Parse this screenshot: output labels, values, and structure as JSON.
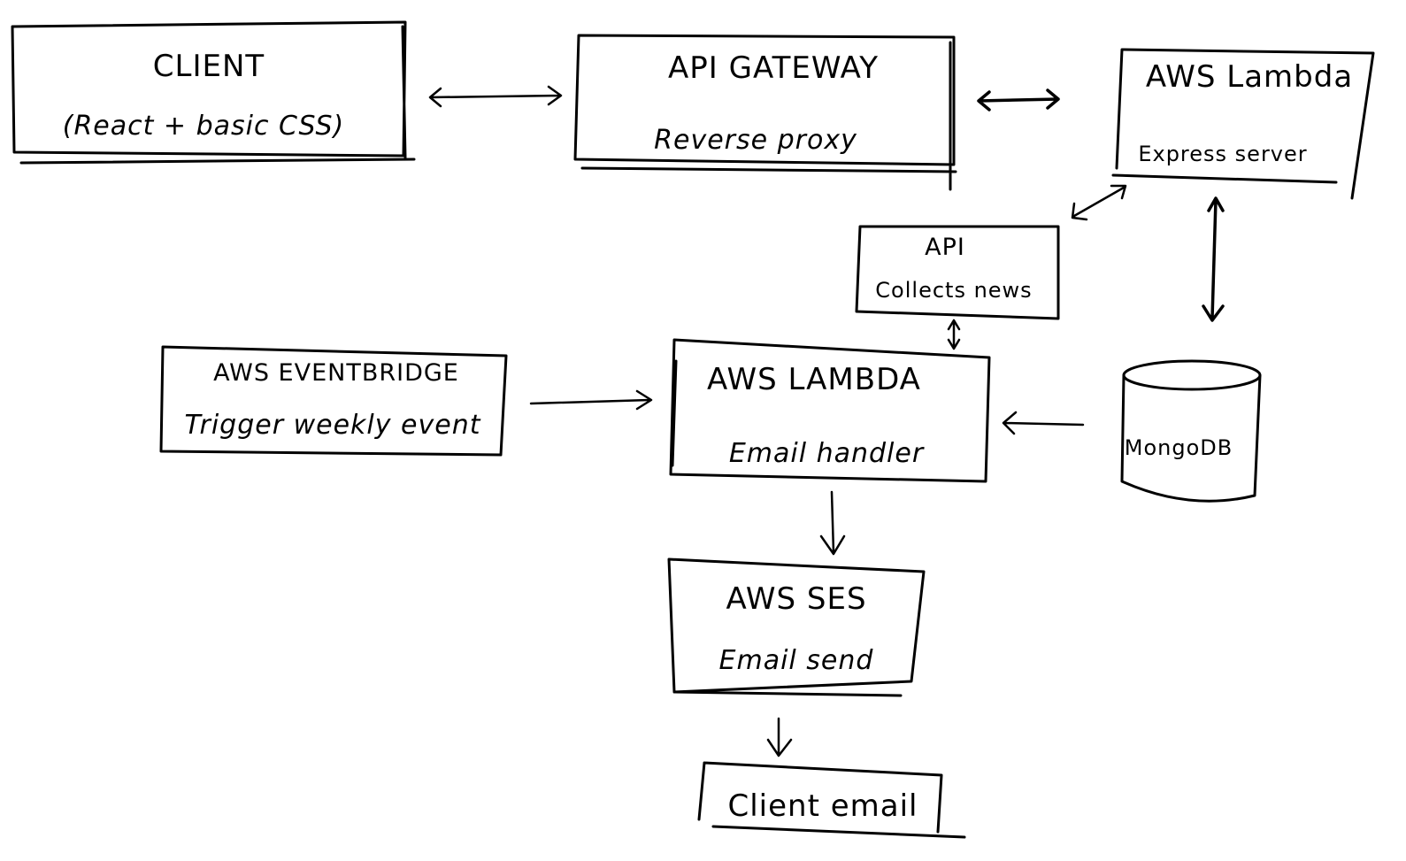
{
  "nodes": {
    "client": {
      "title": "CLIENT",
      "subtitle": "(React + basic CSS)"
    },
    "api_gateway": {
      "title": "API GATEWAY",
      "subtitle": "Reverse proxy"
    },
    "lambda_express": {
      "title": "AWS Lambda",
      "subtitle": "Express server"
    },
    "news_api": {
      "title": "API",
      "subtitle": "Collects news"
    },
    "eventbridge": {
      "title": "AWS EVENTBRIDGE",
      "subtitle": "Trigger weekly event"
    },
    "lambda_email": {
      "title": "AWS LAMBDA",
      "subtitle": "Email handler"
    },
    "mongodb": {
      "title": "MongoDB"
    },
    "ses": {
      "title": "AWS SES",
      "subtitle": "Email send"
    },
    "client_email": {
      "title": "Client email"
    }
  },
  "edges": [
    {
      "from": "client",
      "to": "api_gateway",
      "direction": "both"
    },
    {
      "from": "api_gateway",
      "to": "lambda_express",
      "direction": "both"
    },
    {
      "from": "lambda_express",
      "to": "news_api",
      "direction": "both"
    },
    {
      "from": "lambda_express",
      "to": "mongodb",
      "direction": "both"
    },
    {
      "from": "news_api",
      "to": "lambda_email",
      "direction": "both"
    },
    {
      "from": "eventbridge",
      "to": "lambda_email",
      "direction": "forward"
    },
    {
      "from": "mongodb",
      "to": "lambda_email",
      "direction": "forward"
    },
    {
      "from": "lambda_email",
      "to": "ses",
      "direction": "forward"
    },
    {
      "from": "ses",
      "to": "client_email",
      "direction": "forward"
    }
  ]
}
